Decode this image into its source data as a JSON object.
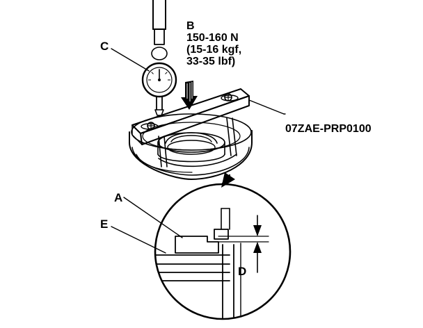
{
  "labels": {
    "a": "A",
    "b": "B",
    "c": "C",
    "d": "D",
    "e": "E",
    "force_line1": "150-160 N",
    "force_line2": "(15-16 kgf,",
    "force_line3": "33-35 lbf)",
    "tool_number": "07ZAE-PRP0100"
  }
}
